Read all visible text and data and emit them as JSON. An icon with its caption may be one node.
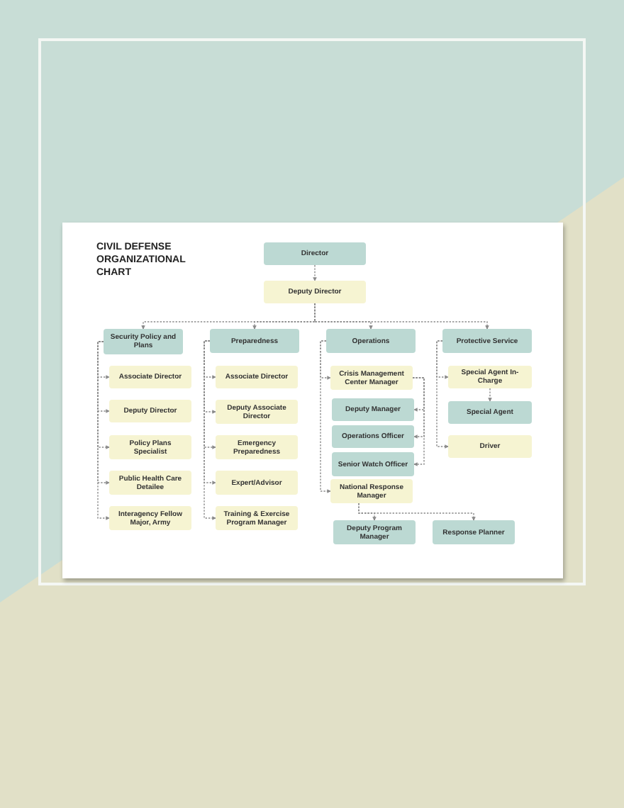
{
  "diagram": {
    "title": "CIVIL DEFENSE ORGANIZATIONAL CHART",
    "nodes": [
      {
        "text": [
          "Director"
        ]
      },
      {
        "text": [
          "Deputy Director"
        ]
      },
      {
        "text": [
          "Security Policy and Plans"
        ]
      },
      {
        "text": [
          "Preparedness"
        ]
      },
      {
        "text": [
          "Operations"
        ]
      },
      {
        "text": [
          "Protective Service"
        ]
      },
      {
        "text": [
          "Associate Director"
        ]
      },
      {
        "text": [
          "Deputy Director"
        ]
      },
      {
        "text": [
          "Policy Plans Specialist"
        ]
      },
      {
        "text": [
          "Public Health Care Detailee"
        ]
      },
      {
        "text": [
          "Interagency Fellow Major, Army"
        ]
      },
      {
        "text": [
          "Associate Director"
        ]
      },
      {
        "text": [
          "Deputy Associate Director"
        ]
      },
      {
        "text": [
          "Emergency Preparedness"
        ]
      },
      {
        "text": [
          "Expert/Advisor"
        ]
      },
      {
        "text": [
          "Training & Exercise Program Manager"
        ]
      },
      {
        "text": [
          "Crisis Management Center Manager"
        ]
      },
      {
        "text": [
          "Deputy Manager"
        ]
      },
      {
        "text": [
          "Operations Officer"
        ]
      },
      {
        "text": [
          "Senior Watch Officer"
        ]
      },
      {
        "text": [
          "National Response Manager"
        ]
      },
      {
        "text": [
          "Deputy Program Manager"
        ]
      },
      {
        "text": [
          "Response Planner"
        ]
      },
      {
        "text": [
          "Special Agent In-Charge"
        ]
      },
      {
        "text": [
          "Special Agent"
        ]
      },
      {
        "text": [
          "Driver"
        ]
      }
    ],
    "edges": [
      {
        "from": 0,
        "to": 1,
        "arrow": "to",
        "style": "dashed"
      },
      {
        "from": 1,
        "to": 2,
        "arrow": "to",
        "style": "dashed"
      },
      {
        "from": 1,
        "to": 3,
        "arrow": "to",
        "style": "dashed"
      },
      {
        "from": 1,
        "to": 4,
        "arrow": "to",
        "style": "dashed"
      },
      {
        "from": 1,
        "to": 5,
        "arrow": "to",
        "style": "dashed"
      },
      {
        "from": 2,
        "to": 6,
        "arrow": "to",
        "style": "dashed"
      },
      {
        "from": 2,
        "to": 7,
        "arrow": "to",
        "style": "dashed"
      },
      {
        "from": 2,
        "to": 8,
        "arrow": "to",
        "style": "dashed"
      },
      {
        "from": 2,
        "to": 9,
        "arrow": "to",
        "style": "dashed"
      },
      {
        "from": 2,
        "to": 10,
        "arrow": "to",
        "style": "dashed"
      },
      {
        "from": 3,
        "to": 11,
        "arrow": "to",
        "style": "dashed"
      },
      {
        "from": 3,
        "to": 12,
        "arrow": "to",
        "style": "dashed"
      },
      {
        "from": 3,
        "to": 13,
        "arrow": "to",
        "style": "dashed"
      },
      {
        "from": 3,
        "to": 14,
        "arrow": "to",
        "style": "dashed"
      },
      {
        "from": 3,
        "to": 15,
        "arrow": "to",
        "style": "dashed"
      },
      {
        "from": 4,
        "to": 16,
        "arrow": "to",
        "style": "dashed"
      },
      {
        "from": 4,
        "to": 20,
        "arrow": "to",
        "style": "dashed"
      },
      {
        "from": 16,
        "to": 17,
        "arrow": "to",
        "style": "dashed"
      },
      {
        "from": 16,
        "to": 18,
        "arrow": "to",
        "style": "dashed"
      },
      {
        "from": 16,
        "to": 19,
        "arrow": "to",
        "style": "dashed"
      },
      {
        "from": 20,
        "to": 21,
        "arrow": "to",
        "style": "dashed"
      },
      {
        "from": 20,
        "to": 22,
        "arrow": "to",
        "style": "dashed"
      },
      {
        "from": 5,
        "to": 23,
        "arrow": "to",
        "style": "dashed"
      },
      {
        "from": 5,
        "to": 25,
        "arrow": "to",
        "style": "dashed"
      },
      {
        "from": 23,
        "to": 24,
        "arrow": "to",
        "style": "dashed"
      }
    ]
  }
}
